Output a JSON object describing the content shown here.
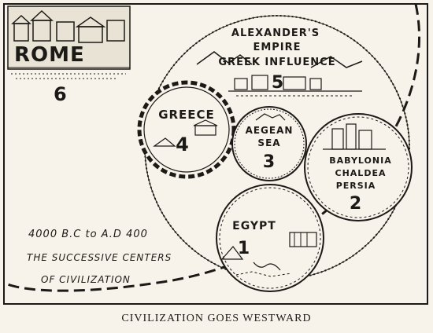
{
  "caption": "CIVILIZATION GOES WESTWARD",
  "date_range": "4000 B.C to A.D 400",
  "subtitle_line1": "THE SUCCESSIVE CENTERS",
  "subtitle_line2": "OF CIVILIZATION",
  "centers": [
    {
      "number": "1",
      "label_lines": [
        "EGYPT"
      ]
    },
    {
      "number": "2",
      "label_lines": [
        "BABYLONIA",
        "CHALDEA",
        "PERSIA"
      ]
    },
    {
      "number": "3",
      "label_lines": [
        "AEGEAN",
        "SEA"
      ]
    },
    {
      "number": "4",
      "label_lines": [
        "GREECE"
      ]
    },
    {
      "number": "5",
      "label_lines": [
        "ALEXANDER'S",
        "EMPIRE",
        "GREEK INFLUENCE"
      ]
    },
    {
      "number": "6",
      "label_lines": [
        "ROME"
      ]
    }
  ]
}
